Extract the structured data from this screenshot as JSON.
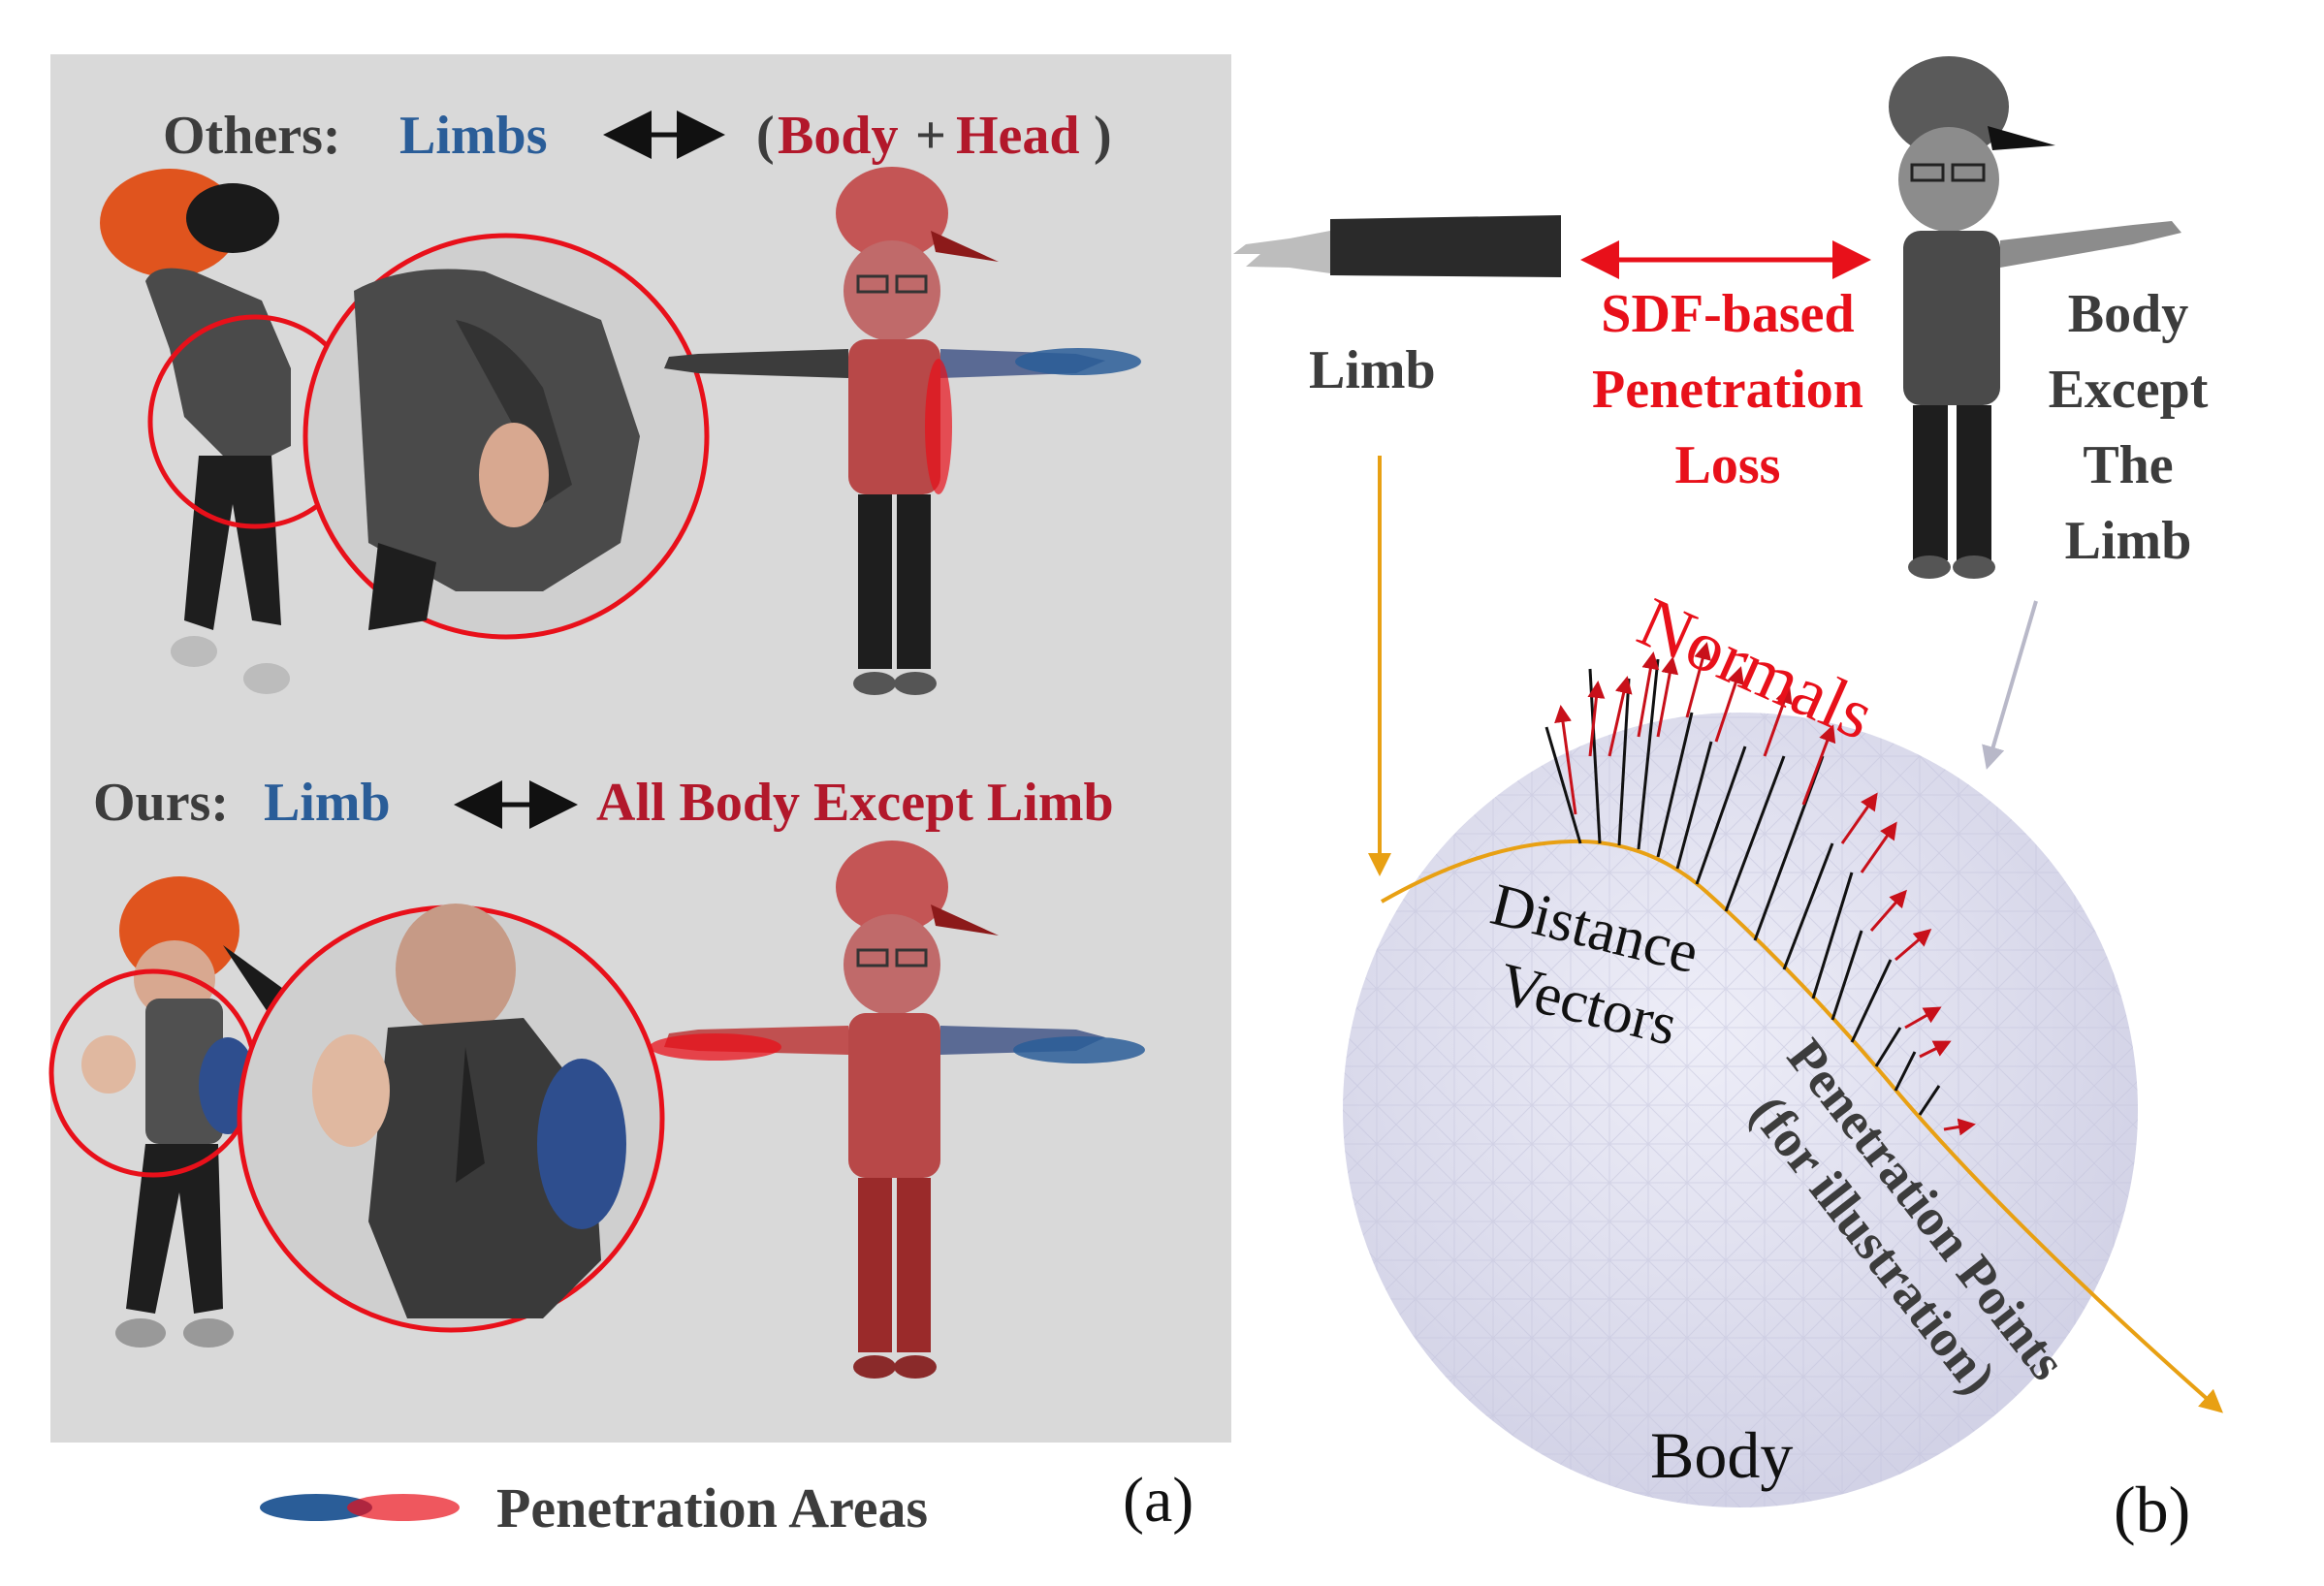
{
  "panel_a": {
    "row1": {
      "prefix": "Others:",
      "left_term": "Limbs",
      "open_paren": "(",
      "body_term": "Body",
      "plus": "+",
      "head_term": "Head",
      "close_paren": ")"
    },
    "row2": {
      "prefix": "Ours:",
      "left_term": "Limb",
      "right_term": "All Body Except Limb"
    },
    "legend_label": "Penetration Areas",
    "panel_label": "(a)"
  },
  "panel_b": {
    "limb_label": "Limb",
    "loss_label": [
      "SDF-based",
      "Penetration",
      "Loss"
    ],
    "body_except_label": [
      "Body",
      "Except",
      "The",
      "Limb"
    ],
    "normals_label": "Normals",
    "distance_label": [
      "Distance",
      "Vectors"
    ],
    "penetration_points_label": [
      "Penetration Points",
      "(for illustration)"
    ],
    "body_label": "Body",
    "panel_label": "(b)"
  },
  "colors": {
    "panel_background": "#d9d9d9",
    "limb_blue": "#2a5d98",
    "body_red": "#b2182b",
    "loss_red": "#e8101a",
    "curve_orange": "#e8a013",
    "sphere": "#dcdcf0"
  }
}
